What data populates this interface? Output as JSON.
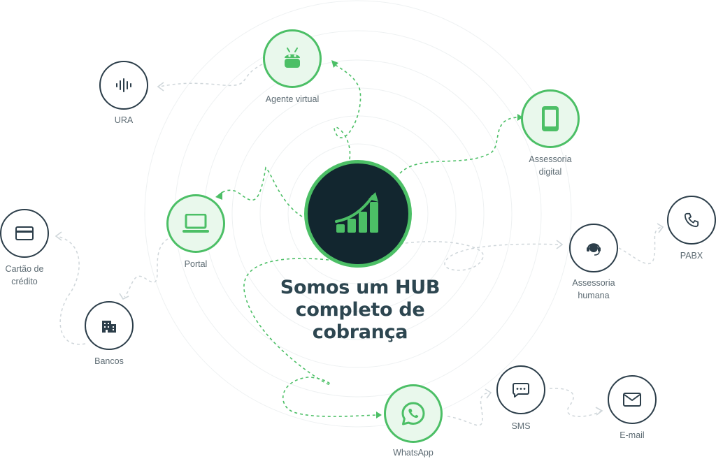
{
  "hub": {
    "headline": "Somos um HUB\ncompleto de\ncobrança",
    "icon": "growth-chart-icon"
  },
  "channels": {
    "agente_virtual": {
      "label": "Agente virtual",
      "icon": "android-robot-icon"
    },
    "ura": {
      "label": "URA",
      "icon": "audio-wave-icon"
    },
    "assessoria_digital": {
      "label": "Assessoria\ndigital",
      "icon": "smartphone-icon"
    },
    "portal": {
      "label": "Portal",
      "icon": "laptop-icon"
    },
    "cartao": {
      "label": "Cartão de\ncrédito",
      "icon": "credit-card-icon"
    },
    "bancos": {
      "label": "Bancos",
      "icon": "bank-building-icon"
    },
    "assessoria_humana": {
      "label": "Assessoria\nhumana",
      "icon": "headset-agent-icon"
    },
    "pabx": {
      "label": "PABX",
      "icon": "phone-icon"
    },
    "whatsapp": {
      "label": "WhatsApp",
      "icon": "whatsapp-icon"
    },
    "sms": {
      "label": "SMS",
      "icon": "chat-bubble-icon"
    },
    "email": {
      "label": "E-mail",
      "icon": "envelope-icon"
    }
  },
  "colors": {
    "accent_green": "#4cbf66",
    "green_fill": "#e9f8ec",
    "dark_navy": "#12262f",
    "outline_dark": "#2c3e4a",
    "text_gray": "#5d6b73",
    "headline_text": "#2d4650",
    "connector_gray": "#cfd6da"
  }
}
